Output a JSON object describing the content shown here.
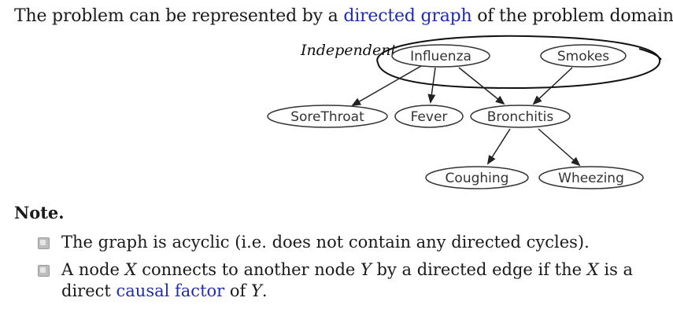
{
  "intro": {
    "before": "The problem can be represented by a ",
    "link": "directed graph",
    "after": " of the problem domain:"
  },
  "annotation": "Independent",
  "nodes": {
    "influenza": "Influenza",
    "smokes": "Smokes",
    "sorethroat": "SoreThroat",
    "fever": "Fever",
    "bronchitis": "Bronchitis",
    "coughing": "Coughing",
    "wheezing": "Wheezing"
  },
  "edges": [
    [
      "influenza",
      "sorethroat"
    ],
    [
      "influenza",
      "fever"
    ],
    [
      "influenza",
      "bronchitis"
    ],
    [
      "smokes",
      "bronchitis"
    ],
    [
      "bronchitis",
      "coughing"
    ],
    [
      "bronchitis",
      "wheezing"
    ]
  ],
  "note": {
    "title": "Note.",
    "bullet1": "The graph is acyclic (i.e. does not contain any directed cycles).",
    "bullet2": {
      "p1": "A node ",
      "x1": "X",
      "p2": " connects to another node ",
      "y1": "Y",
      "p3": " by a directed edge if the ",
      "x2": "X",
      "p4": " is a direct ",
      "link": "causal factor",
      "p5": " of ",
      "y2": "Y",
      "p6": "."
    }
  },
  "colors": {
    "link": "#1f2bb3",
    "node_stroke": "#333333",
    "bullet": "#bdbdbd"
  }
}
